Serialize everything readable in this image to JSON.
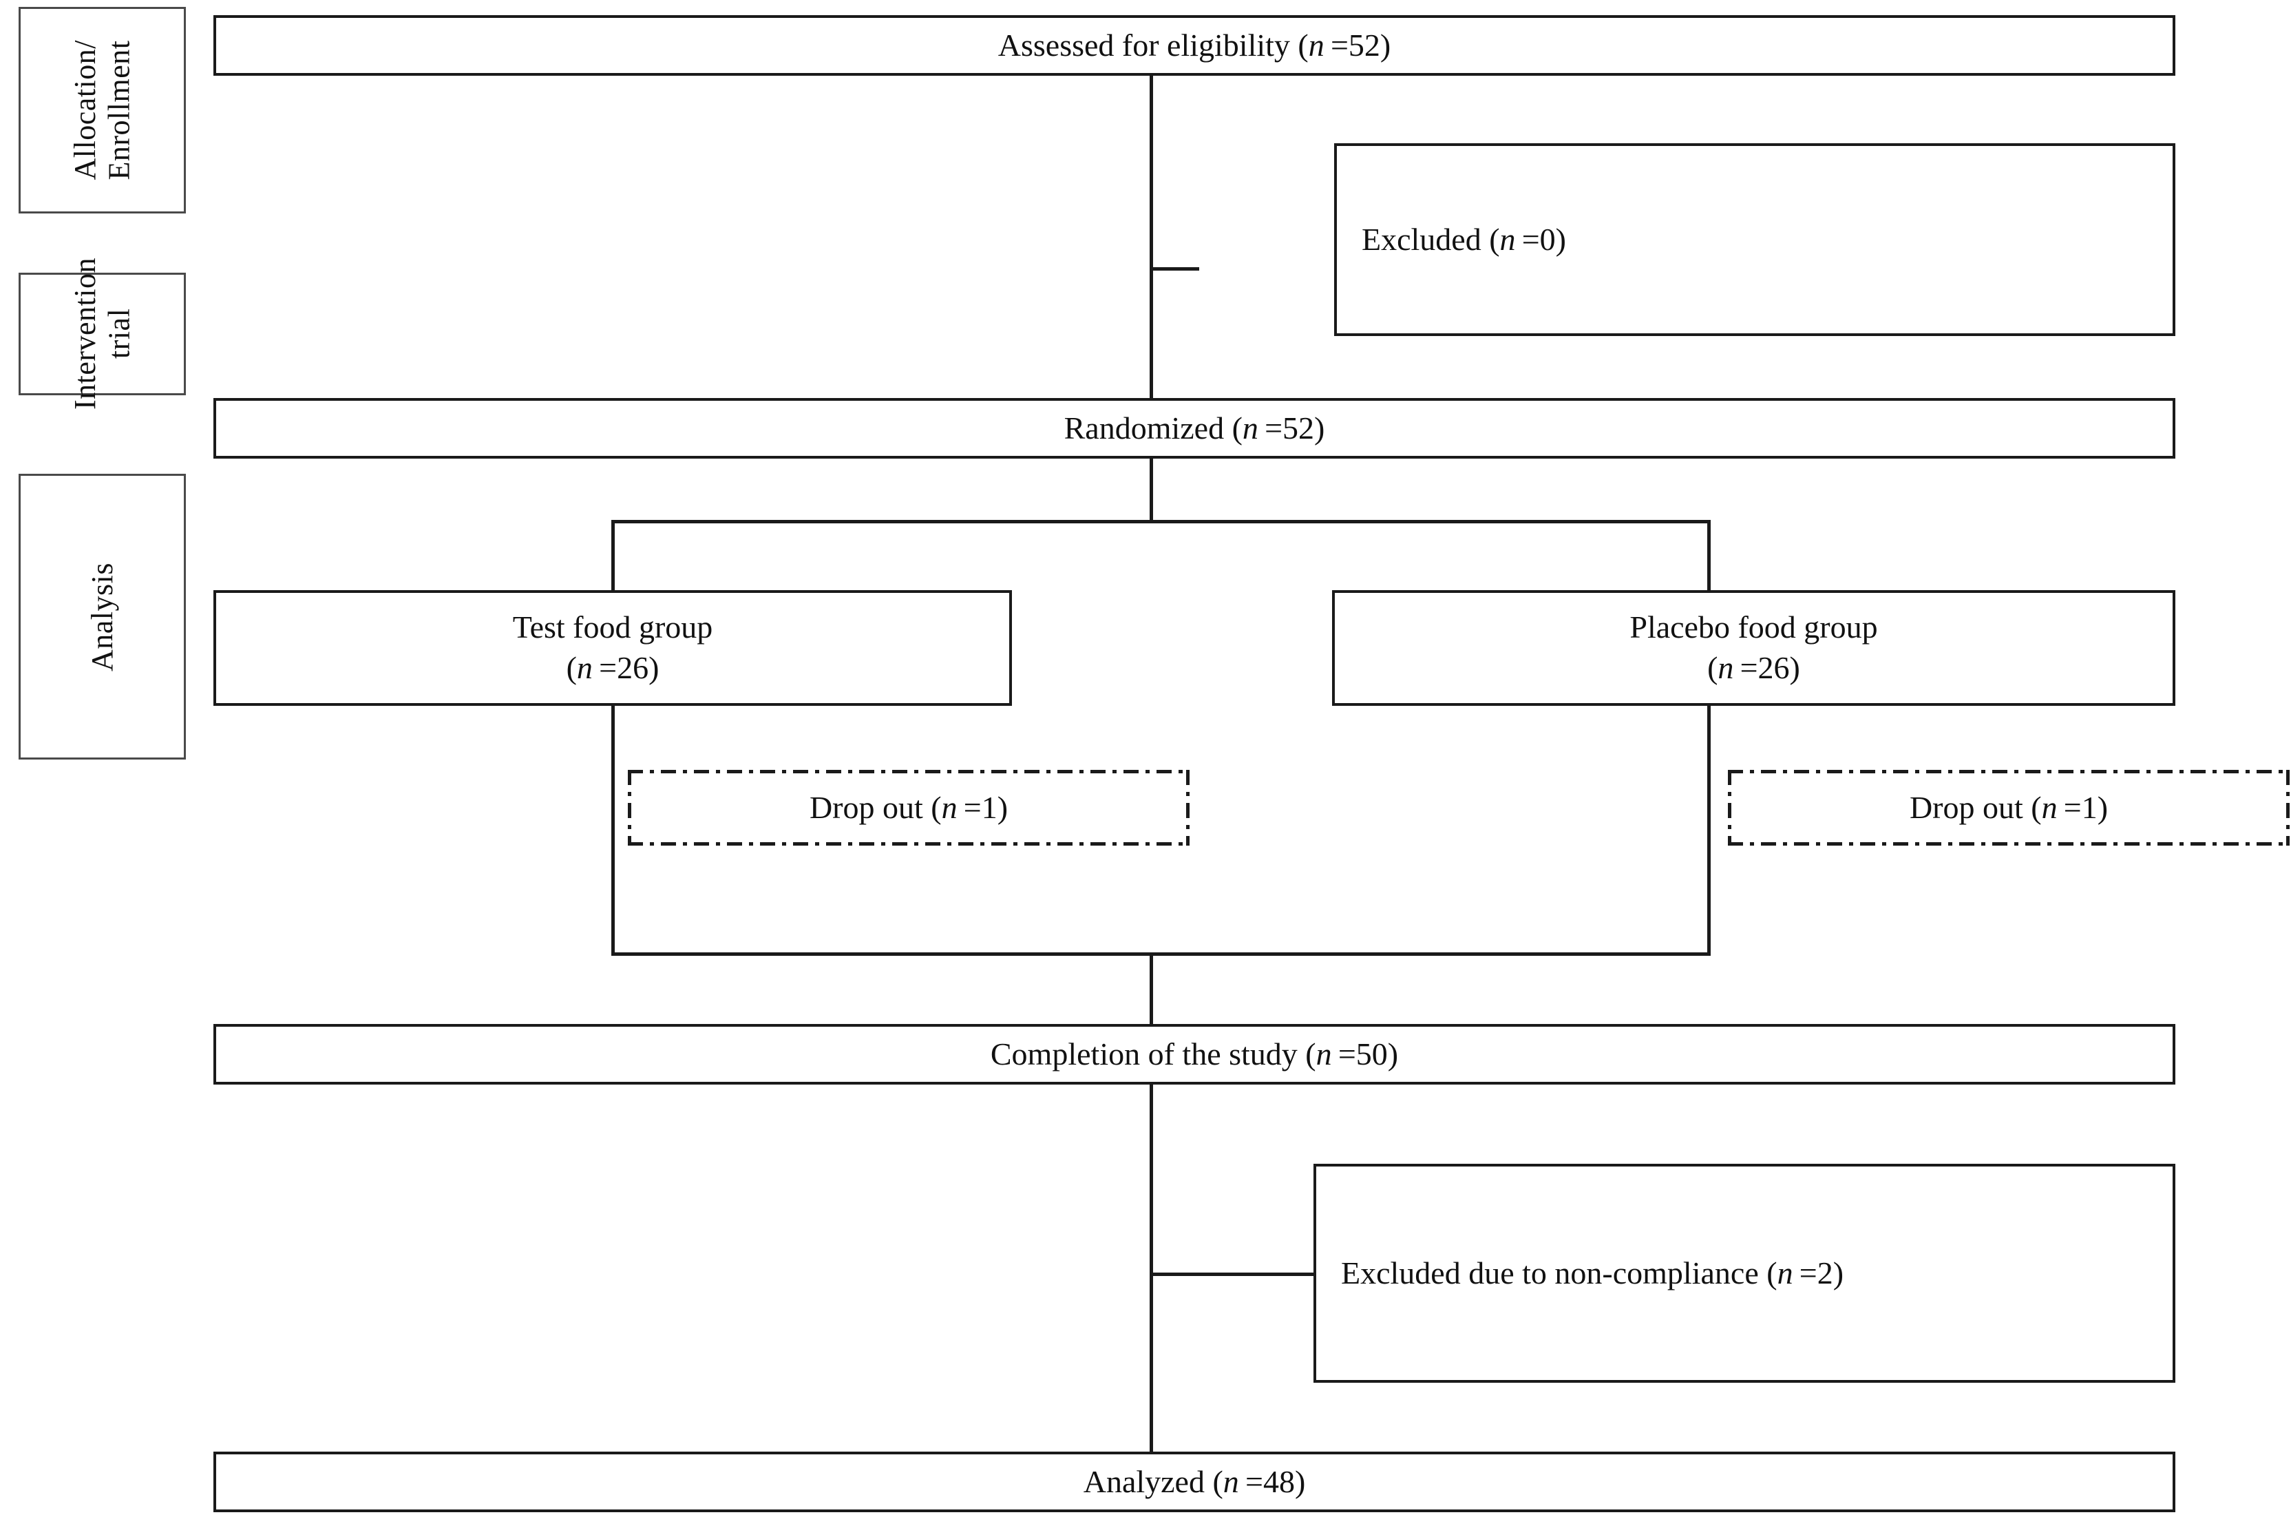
{
  "figure": {
    "type": "consort-flow-diagram",
    "title": "",
    "stages": [
      {
        "id": "allocation-enrollment",
        "label": "Allocation/\nEnrollment"
      },
      {
        "id": "intervention-trial",
        "label": "Intervention\ntrial"
      },
      {
        "id": "analysis",
        "label": "Analysis"
      }
    ],
    "nodes": [
      {
        "id": "assessed",
        "text": "Assessed for eligibility (n =52)",
        "n": 52,
        "style": "solid",
        "align": "center"
      },
      {
        "id": "excluded",
        "text": "Excluded (n =0)",
        "n": 0,
        "style": "solid",
        "align": "left"
      },
      {
        "id": "randomized",
        "text": "Randomized (n =52)",
        "n": 52,
        "style": "solid",
        "align": "center"
      },
      {
        "id": "test-group",
        "text": "Test food group\n(n =26)",
        "n": 26,
        "style": "solid",
        "align": "center"
      },
      {
        "id": "placebo-group",
        "text": "Placebo food group\n(n =26)",
        "n": 26,
        "style": "solid",
        "align": "center"
      },
      {
        "id": "dropout-test",
        "text": "Drop out (n =1)",
        "n": 1,
        "style": "dash-dot",
        "align": "center"
      },
      {
        "id": "dropout-placebo",
        "text": "Drop out (n =1)",
        "n": 1,
        "style": "dash-dot",
        "align": "center"
      },
      {
        "id": "completion",
        "text": "Completion of the study (n =50)",
        "n": 50,
        "style": "solid",
        "align": "center"
      },
      {
        "id": "excluded-noncompliance",
        "text": "Excluded due to non-compliance (n =2)",
        "n": 2,
        "style": "solid",
        "align": "left"
      },
      {
        "id": "analyzed",
        "text": "Analyzed (n =48)",
        "n": 48,
        "style": "solid",
        "align": "center"
      }
    ],
    "colors": {
      "box_border": "#1a1a1a",
      "stage_border": "#4a4a4a",
      "connector": "#1a1a1a",
      "text": "#111111",
      "background": "#ffffff"
    }
  }
}
